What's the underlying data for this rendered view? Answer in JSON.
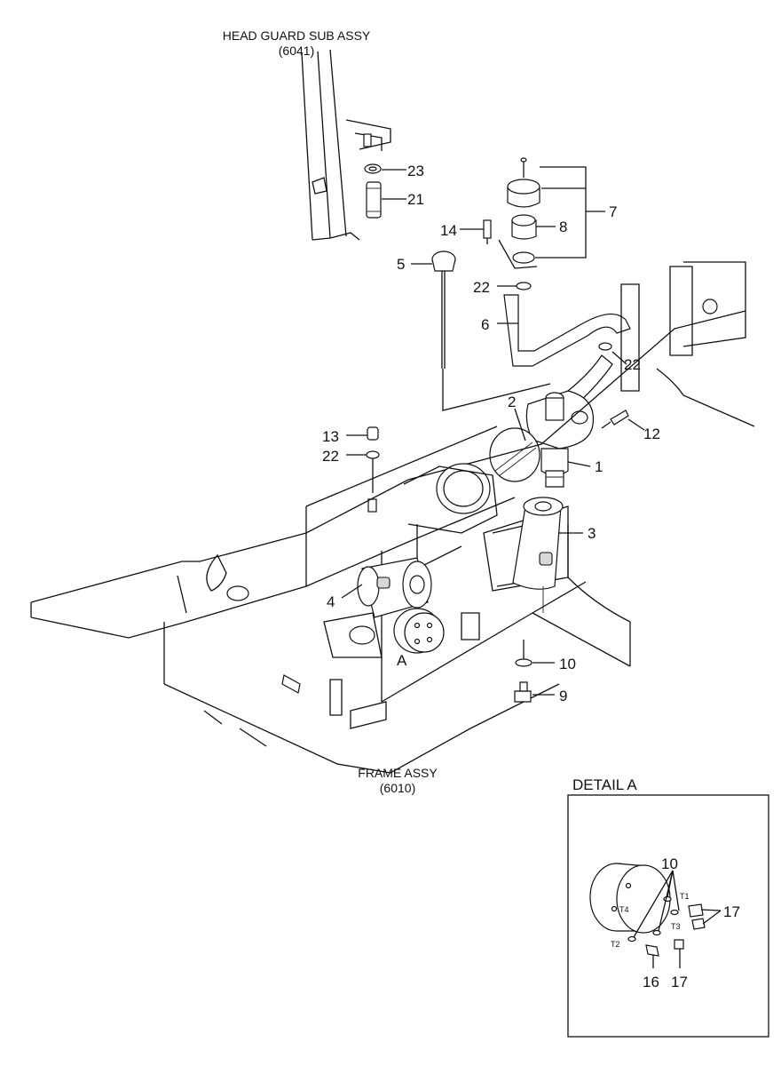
{
  "header_labels": {
    "head_guard": "HEAD GUARD SUB ASSY",
    "head_guard_code": "(6041)",
    "frame": "FRAME ASSY",
    "frame_code": "(6010)",
    "detail_view": "A",
    "detail_title": "DETAIL A"
  },
  "callouts": {
    "c23": "23",
    "c21": "21",
    "c7": "7",
    "c14": "14",
    "c8": "8",
    "c5": "5",
    "c22a": "22",
    "c6": "6",
    "c22b": "22",
    "c2": "2",
    "c12": "12",
    "c13": "13",
    "c22c": "22",
    "c1": "1",
    "c3": "3",
    "c4": "4",
    "c10": "10",
    "c9": "9"
  },
  "detail": {
    "c10": "10",
    "c17a": "17",
    "c16": "16",
    "c17b": "17",
    "t1": "T1",
    "t2": "T2",
    "t3": "T3",
    "t4": "T4"
  }
}
